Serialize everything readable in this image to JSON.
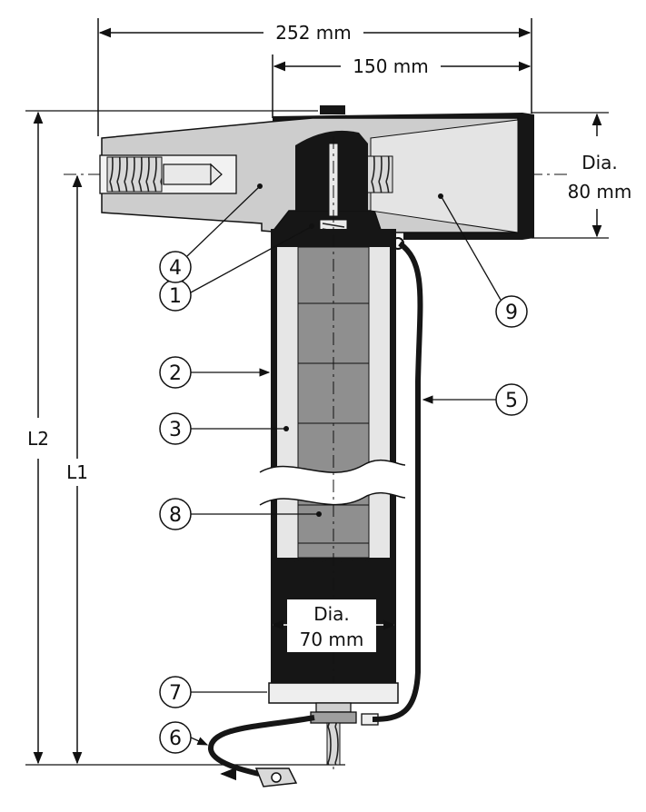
{
  "dimensions": {
    "overall_width": "252 mm",
    "elbow_width": "150 mm",
    "elbow_diameter_word": "Dia.",
    "elbow_diameter_value": "80 mm",
    "body_diameter_word": "Dia.",
    "body_diameter_value": "70 mm",
    "length_outer": "L2",
    "length_inner": "L1"
  },
  "callouts": [
    "1",
    "2",
    "3",
    "4",
    "5",
    "6",
    "7",
    "8",
    "9"
  ],
  "colors": {
    "body_dark": "#161616",
    "housing_grey": "#c9c9c9",
    "inner_light": "#e6e6e6",
    "block_grey": "#8f8f8f",
    "line": "#111111"
  }
}
